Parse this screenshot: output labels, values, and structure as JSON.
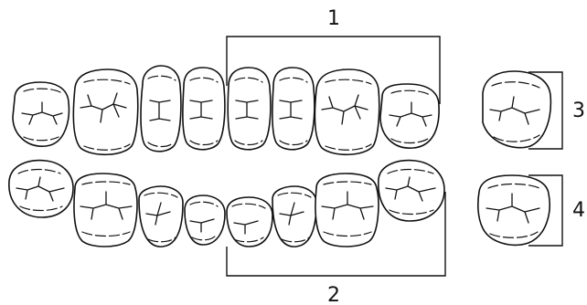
{
  "labels": {
    "one": "1",
    "two": "2",
    "three": "3",
    "four": "4"
  },
  "colors": {
    "line": "#111111",
    "background": "#ffffff"
  }
}
